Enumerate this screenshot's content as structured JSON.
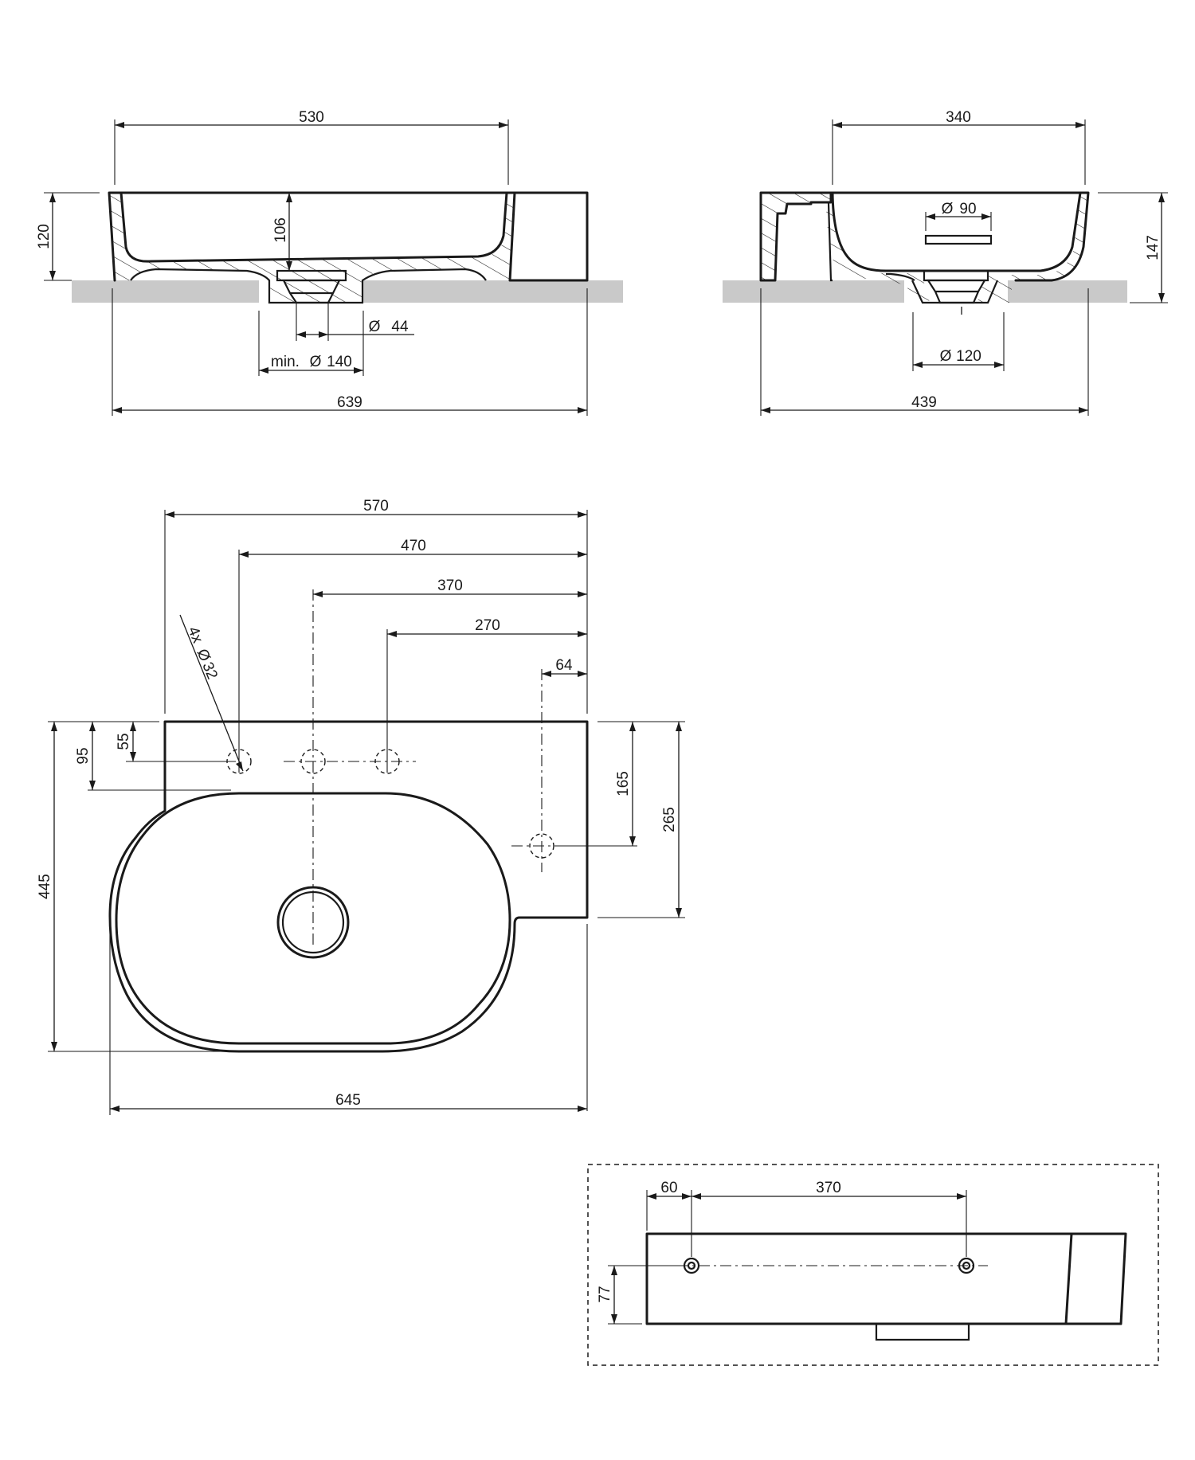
{
  "front_view": {
    "dim_top_width": "530",
    "dim_height": "120",
    "dim_bowl_depth": "106",
    "dim_waste": "44",
    "dim_cutout_label": "min.",
    "dim_cutout": "140",
    "dim_overall_width": "639"
  },
  "side_view": {
    "dim_top_width": "340",
    "dim_overflow": "90",
    "dim_height": "147",
    "dim_waste": "120",
    "dim_overall_depth": "439"
  },
  "top_view": {
    "dim_570": "570",
    "dim_470": "470",
    "dim_370": "370",
    "dim_270": "270",
    "dim_64": "64",
    "holes_label": "4x",
    "holes_diameter": "32",
    "dim_55": "55",
    "dim_95": "95",
    "dim_165": "165",
    "dim_265": "265",
    "dim_445": "445",
    "dim_645": "645"
  },
  "rear_view": {
    "dim_60": "60",
    "dim_370": "370",
    "dim_77": "77"
  },
  "diameter_symbol": "Ø"
}
